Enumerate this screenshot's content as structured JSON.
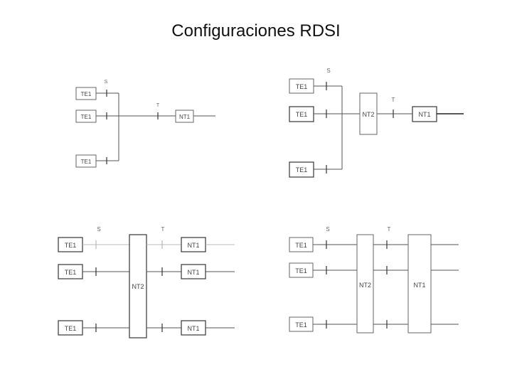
{
  "title": "Configuraciones RDSI",
  "diagram1": {
    "s_label": "S",
    "t_label": "T",
    "terminals": [
      "TE1",
      "TE1",
      "TE1"
    ],
    "nt1": "NT1"
  },
  "diagram2": {
    "s_label": "S",
    "t_label": "T",
    "terminals": [
      "TE1",
      "TE1",
      "TE1"
    ],
    "nt2": "NT2",
    "nt1": "NT1"
  },
  "diagram3": {
    "s_label": "S",
    "t_label": "T",
    "terminals": [
      "TE1",
      "TE1",
      "TE1"
    ],
    "nt2": "NT2",
    "nt1": [
      "NT1",
      "NT1",
      "NT1"
    ]
  },
  "diagram4": {
    "s_label": "S",
    "t_label": "T",
    "terminals": [
      "TE1",
      "TE1",
      "TE1"
    ],
    "nt2": "NT2",
    "nt1": "NT1"
  }
}
